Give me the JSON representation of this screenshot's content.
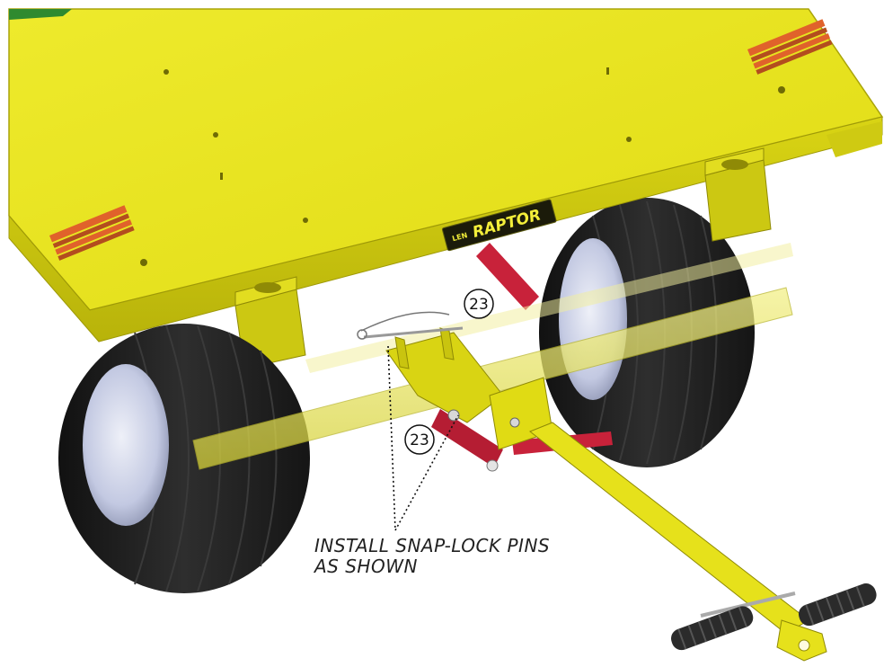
{
  "diagram": {
    "callouts": [
      {
        "id": "callout-top",
        "label": "23"
      },
      {
        "id": "callout-bottom",
        "label": "23"
      }
    ],
    "note": {
      "line1": "INSTALL SNAP-LOCK PINS",
      "line2": "AS SHOWN"
    },
    "brand_plate": {
      "prefix": "LEN",
      "name": "RAPTOR"
    },
    "colors": {
      "deck": "#e8e31d",
      "deck_shadow": "#c9c40f",
      "tire": "#1f1f1f",
      "hub": "#c9cfe6",
      "linkage": "#c8223a",
      "grip": "#2b2b2b"
    },
    "icons": [
      "warning-decal-icon",
      "snap-lock-pin-icon"
    ]
  }
}
